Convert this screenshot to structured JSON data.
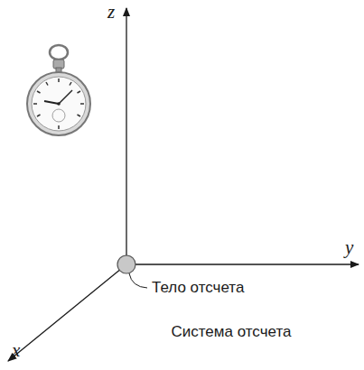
{
  "diagram": {
    "caption": "Система отсчета",
    "labels": [
      "z",
      "y",
      "x",
      "Тело отсчета"
    ]
  }
}
